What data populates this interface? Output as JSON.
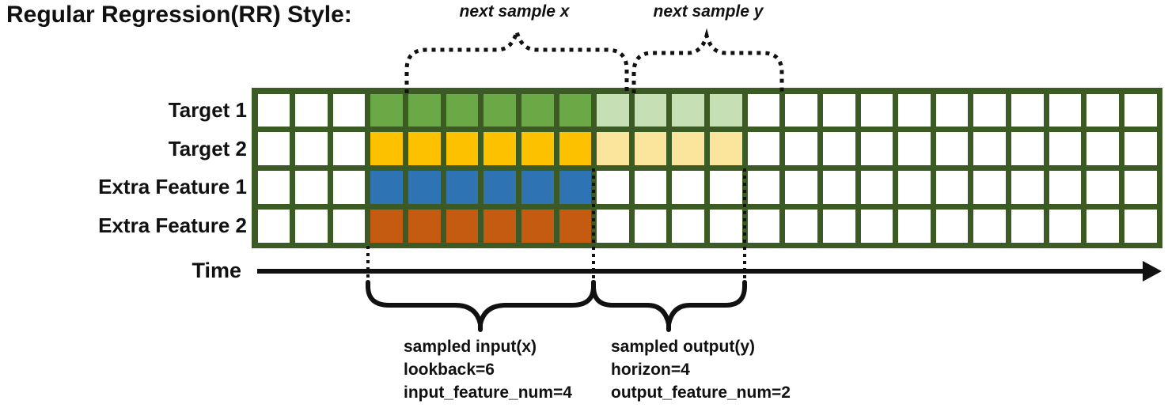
{
  "title": "Regular Regression(RR) Style:",
  "colors": {
    "grid_line": "#3C5A24",
    "empty_cell": "#ffffff",
    "target1_input": "#6BA947",
    "target1_output": "#C7DFB5",
    "target2_input": "#FEC100",
    "target2_output": "#FBE49B",
    "extra1_input": "#2E74B5",
    "extra2_input": "#C55A11",
    "annotation": "#111111"
  },
  "grid": {
    "columns": 24,
    "line_color": "#3C5A24",
    "empty_color": "#ffffff",
    "lookback": 6,
    "horizon": 4,
    "input_feature_num": 4,
    "output_feature_num": 2,
    "rows": [
      {
        "label": "Target 1",
        "input_color": "#6BA947",
        "output_color": "#C7DFB5",
        "input_cols": [
          4,
          9
        ],
        "output_cols": [
          10,
          13
        ]
      },
      {
        "label": "Target 2",
        "input_color": "#FEC100",
        "output_color": "#FBE49B",
        "input_cols": [
          4,
          9
        ],
        "output_cols": [
          10,
          13
        ]
      },
      {
        "label": "Extra Feature 1",
        "input_color": "#2E74B5",
        "output_color": null,
        "input_cols": [
          4,
          9
        ],
        "output_cols": null
      },
      {
        "label": "Extra Feature 2",
        "input_color": "#C55A11",
        "output_color": null,
        "input_cols": [
          4,
          9
        ],
        "output_cols": null
      }
    ]
  },
  "time_axis": {
    "label": "Time"
  },
  "annotations": {
    "next_sample_x": "next sample x",
    "next_sample_y": "next sample y",
    "input_block": [
      "sampled input(x)",
      "lookback=6",
      "input_feature_num=4"
    ],
    "output_block": [
      "sampled output(y)",
      "horizon=4",
      "output_feature_num=2"
    ]
  }
}
